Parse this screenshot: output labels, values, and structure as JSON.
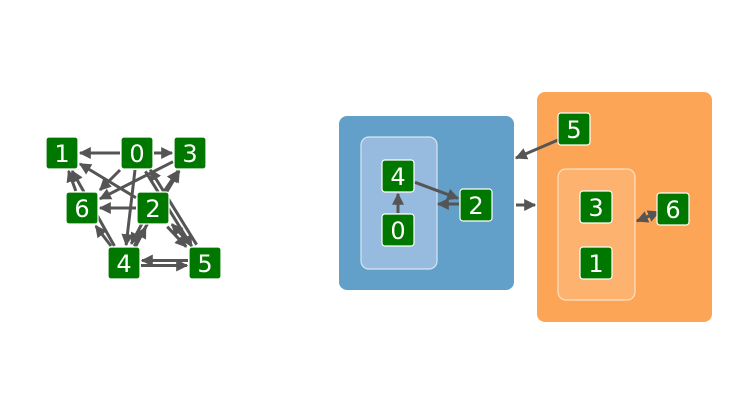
{
  "colors": {
    "node_fill": "#007800",
    "node_text": "#ffffff",
    "edge": "#555555",
    "group_blue": "#62a0c9",
    "group_blue_inner": "#97badf",
    "group_orange": "#fda556",
    "group_orange_inner": "#fdb36f",
    "group_border": "#ffffff"
  },
  "left_graph": {
    "nodes": [
      {
        "id": "1",
        "label": "1"
      },
      {
        "id": "0",
        "label": "0"
      },
      {
        "id": "3",
        "label": "3"
      },
      {
        "id": "6",
        "label": "6"
      },
      {
        "id": "2",
        "label": "2"
      },
      {
        "id": "4",
        "label": "4"
      },
      {
        "id": "5",
        "label": "5"
      }
    ],
    "edges": [
      {
        "from": "0",
        "to": "1"
      },
      {
        "from": "0",
        "to": "3"
      },
      {
        "from": "0",
        "to": "6"
      },
      {
        "from": "0",
        "to": "4"
      },
      {
        "from": "0",
        "to": "5"
      },
      {
        "from": "2",
        "to": "1"
      },
      {
        "from": "2",
        "to": "6"
      },
      {
        "from": "2",
        "to": "3"
      },
      {
        "from": "2",
        "to": "4"
      },
      {
        "from": "4",
        "to": "2"
      },
      {
        "from": "2",
        "to": "5"
      },
      {
        "from": "5",
        "to": "2"
      },
      {
        "from": "5",
        "to": "0"
      },
      {
        "from": "6",
        "to": "1"
      },
      {
        "from": "4",
        "to": "1"
      },
      {
        "from": "4",
        "to": "6"
      },
      {
        "from": "3",
        "to": "6"
      },
      {
        "from": "4",
        "to": "5"
      },
      {
        "from": "5",
        "to": "4"
      },
      {
        "from": "4",
        "to": "3"
      }
    ]
  },
  "right_graph": {
    "groups": [
      {
        "id": "blue-group",
        "color": "blue",
        "children": [
          "blue-inner-group",
          "2"
        ]
      },
      {
        "id": "blue-inner-group",
        "color": "blue_inner",
        "children": [
          "4",
          "0"
        ]
      },
      {
        "id": "orange-group",
        "color": "orange",
        "children": [
          "5",
          "orange-inner-group",
          "6"
        ]
      },
      {
        "id": "orange-inner-group",
        "color": "orange_inner",
        "children": [
          "3",
          "1"
        ]
      }
    ],
    "nodes": [
      {
        "id": "4",
        "label": "4"
      },
      {
        "id": "0",
        "label": "0"
      },
      {
        "id": "2",
        "label": "2"
      },
      {
        "id": "5",
        "label": "5"
      },
      {
        "id": "3",
        "label": "3"
      },
      {
        "id": "1",
        "label": "1"
      },
      {
        "id": "6",
        "label": "6"
      }
    ],
    "edges": [
      {
        "from": "0",
        "to": "4"
      },
      {
        "from": "4",
        "to": "2"
      },
      {
        "from": "2",
        "to": "blue-inner-group"
      },
      {
        "from": "5",
        "to": "blue-group"
      },
      {
        "from": "blue-group",
        "to": "orange-group"
      },
      {
        "from": "orange-inner-group",
        "to": "6"
      },
      {
        "from": "6",
        "to": "orange-inner-group"
      }
    ]
  }
}
